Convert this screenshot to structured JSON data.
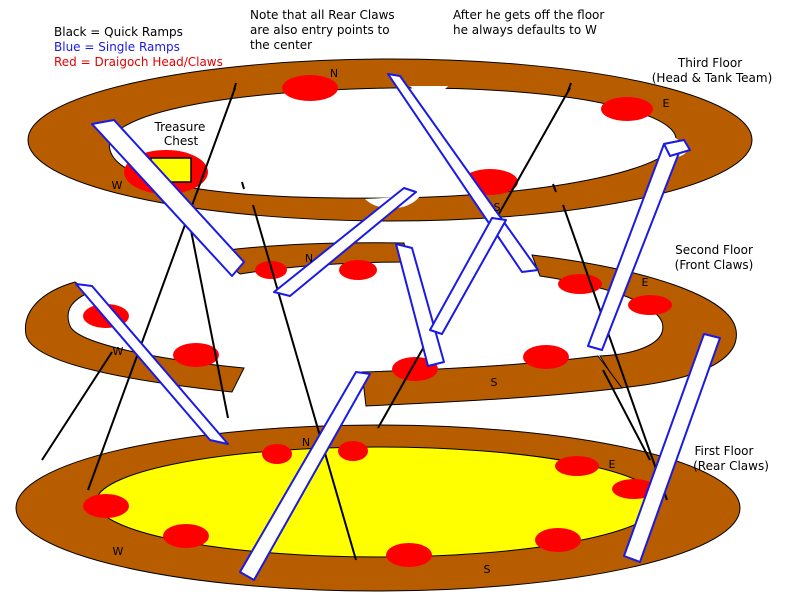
{
  "legend": {
    "black": "Black = Quick Ramps",
    "blue": "Blue = Single Ramps",
    "red": "Red = Draigoch Head/Claws"
  },
  "notes": {
    "rear_claws": [
      "Note that all Rear Claws",
      "are also entry points to",
      "the center"
    ],
    "defaults": [
      "After he gets off the floor",
      "he always defaults to W"
    ]
  },
  "floors": {
    "third": {
      "name": "Third Floor",
      "subtitle": "(Head & Tank Team)"
    },
    "second": {
      "name": "Second Floor",
      "subtitle": "(Front Claws)"
    },
    "first": {
      "name": "First Floor",
      "subtitle": "(Rear Claws)"
    }
  },
  "treasure": [
    "Treasure",
    "Chest"
  ],
  "directions": {
    "n": "N",
    "e": "E",
    "s": "S",
    "w": "W"
  },
  "colors": {
    "ring": "#b85c00",
    "center": "#ffff00",
    "claw": "#ff0000",
    "ramp_single": "#1a1ae6",
    "ramp_quick": "#000000"
  }
}
